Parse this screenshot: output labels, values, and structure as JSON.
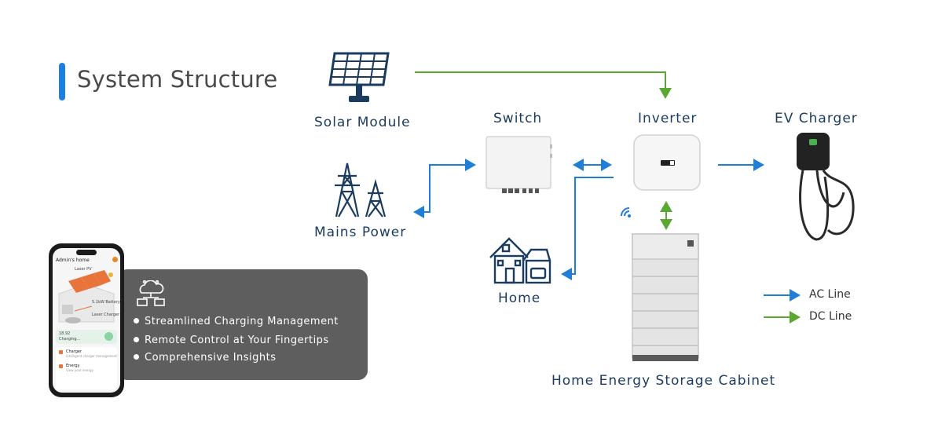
{
  "title": "System Structure",
  "nodes": {
    "solar": "Solar Module",
    "mains": "Mains Power",
    "switch": "Switch",
    "home": "Home",
    "inverter": "Inverter",
    "ev": "EV Charger",
    "storage": "Home Energy Storage Cabinet"
  },
  "legend": {
    "ac": "AC Line",
    "dc": "DC Line"
  },
  "colors": {
    "ac_line": "#1f7fd6",
    "dc_line": "#5aa832",
    "accent": "#1a7fe0",
    "panel": "#5e5e5e",
    "icon": "#1b3b5f"
  },
  "features": [
    "Streamlined Charging Management",
    "Remote Control at Your Fingertips",
    "Comprehensive Insights"
  ],
  "phone": {
    "header": "Admin's home",
    "solar_label": "Laser PV",
    "battery_label": "5.1kW Battery",
    "charger_label": "Laser Charger",
    "status_value": "18.92",
    "status_label": "Charging...",
    "menu": [
      {
        "title": "Charger",
        "sub": "Intelligent charger management"
      },
      {
        "title": "Energy",
        "sub": "View your energy"
      }
    ]
  }
}
